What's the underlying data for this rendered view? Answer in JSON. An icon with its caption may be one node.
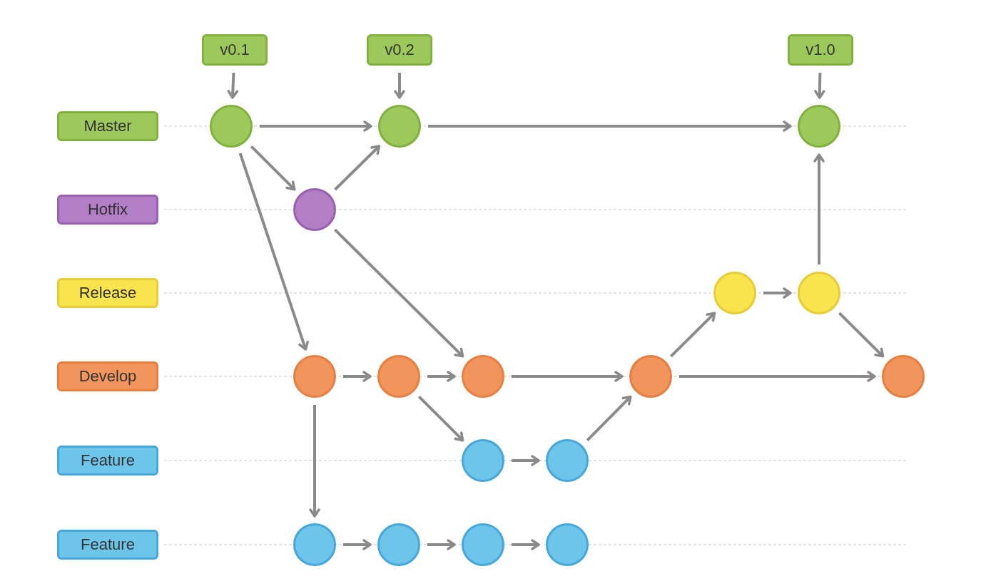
{
  "diagram": {
    "nodes": [
      {
        "text": [
          "v0.1"
        ]
      },
      {
        "text": [
          "v0.2"
        ]
      },
      {
        "text": [
          "v1.0"
        ]
      },
      {
        "text": [
          "Master"
        ]
      },
      {
        "text": [],
        "shape": "circle"
      },
      {
        "text": [],
        "shape": "circle"
      },
      {
        "text": [],
        "shape": "circle"
      },
      {
        "text": [
          "Hotfix"
        ]
      },
      {
        "text": [],
        "shape": "circle"
      },
      {
        "text": [
          "Release"
        ]
      },
      {
        "text": [],
        "shape": "circle"
      },
      {
        "text": [],
        "shape": "circle"
      },
      {
        "text": [
          "Develop"
        ]
      },
      {
        "text": [],
        "shape": "circle"
      },
      {
        "text": [],
        "shape": "circle"
      },
      {
        "text": [],
        "shape": "circle"
      },
      {
        "text": [],
        "shape": "circle"
      },
      {
        "text": [],
        "shape": "circle"
      },
      {
        "text": [
          "Feature"
        ]
      },
      {
        "text": [],
        "shape": "circle"
      },
      {
        "text": [],
        "shape": "circle"
      },
      {
        "text": [
          "Feature"
        ]
      },
      {
        "text": [],
        "shape": "circle"
      },
      {
        "text": [],
        "shape": "circle"
      },
      {
        "text": [],
        "shape": "circle"
      },
      {
        "text": [],
        "shape": "circle"
      }
    ],
    "edges": [
      {
        "from": 0,
        "to": 4,
        "arrow": "to"
      },
      {
        "from": 1,
        "to": 5,
        "arrow": "to"
      },
      {
        "from": 2,
        "to": 6,
        "arrow": "to"
      },
      {
        "from": 4,
        "to": 5,
        "arrow": "to"
      },
      {
        "from": 5,
        "to": 6,
        "arrow": "to"
      },
      {
        "from": 4,
        "to": 8,
        "arrow": "to"
      },
      {
        "from": 8,
        "to": 5,
        "arrow": "to"
      },
      {
        "from": 4,
        "to": 13,
        "arrow": "to"
      },
      {
        "from": 8,
        "to": 15,
        "arrow": "to"
      },
      {
        "from": 10,
        "to": 11,
        "arrow": "to"
      },
      {
        "from": 11,
        "to": 6,
        "arrow": "to"
      },
      {
        "from": 11,
        "to": 17,
        "arrow": "to"
      },
      {
        "from": 13,
        "to": 14,
        "arrow": "to"
      },
      {
        "from": 14,
        "to": 15,
        "arrow": "to"
      },
      {
        "from": 15,
        "to": 16,
        "arrow": "to"
      },
      {
        "from": 16,
        "to": 17,
        "arrow": "to"
      },
      {
        "from": 16,
        "to": 10,
        "arrow": "to"
      },
      {
        "from": 14,
        "to": 19,
        "arrow": "to"
      },
      {
        "from": 19,
        "to": 20,
        "arrow": "to"
      },
      {
        "from": 20,
        "to": 16,
        "arrow": "to"
      },
      {
        "from": 13,
        "to": 22,
        "arrow": "to"
      },
      {
        "from": 22,
        "to": 23,
        "arrow": "to"
      },
      {
        "from": 23,
        "to": 24,
        "arrow": "to"
      },
      {
        "from": 24,
        "to": 25,
        "arrow": "to"
      }
    ]
  }
}
